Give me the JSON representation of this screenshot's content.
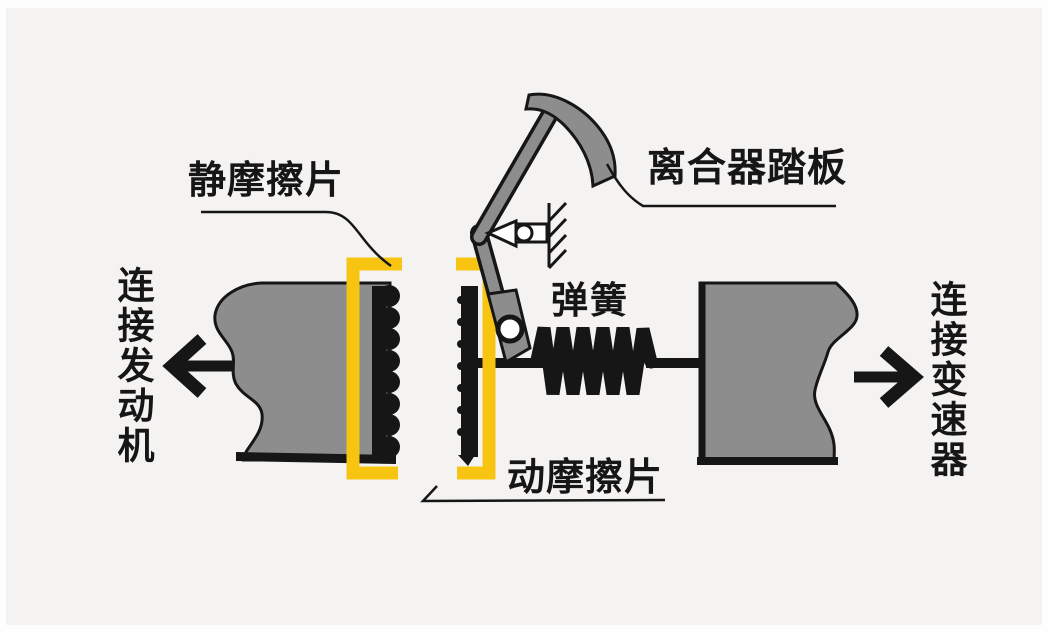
{
  "colors": {
    "page_bg": "#fdfdfd",
    "panel_bg": "#f4f3f1",
    "ink": "#161616",
    "shape_gray": "#8d8d8d",
    "accent_yellow": "#f7c412"
  },
  "labels": {
    "static_friction_plate": "静摩擦片",
    "clutch_pedal": "离合器踏板",
    "spring": "弹簧",
    "dynamic_friction_plate": "动摩擦片",
    "connect_engine": "连接发动机",
    "connect_transmission": "连接变速器"
  },
  "icons": {
    "left_arrow": "arrow-left",
    "right_arrow": "arrow-right",
    "pivot_support": "fixed-pivot-hatched-ground",
    "highlight_brackets": "yellow-square-brackets"
  }
}
